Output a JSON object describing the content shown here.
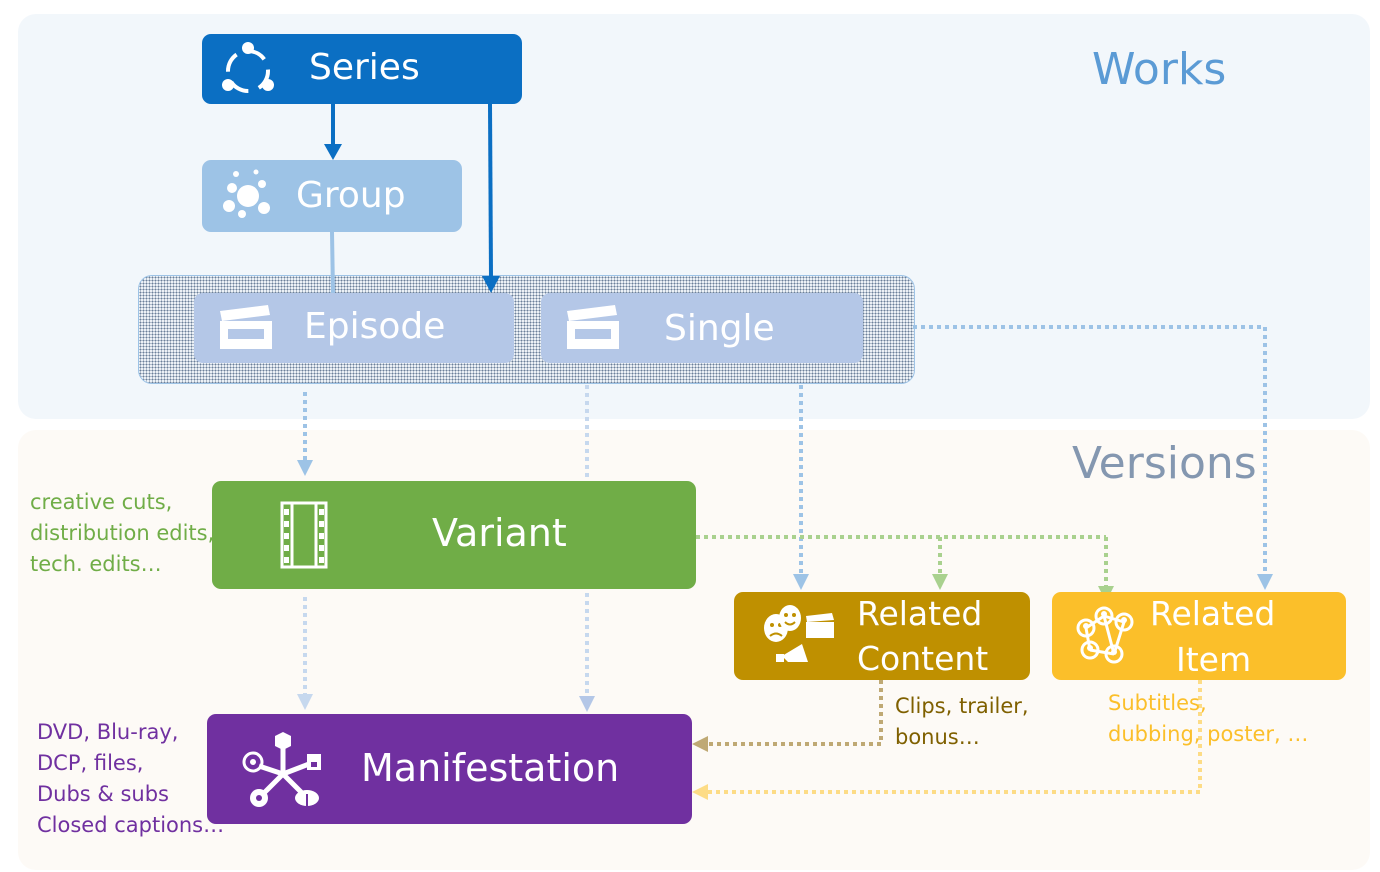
{
  "works": {
    "title": "Works",
    "series": {
      "label": "Series",
      "icon": "share-nodes-icon"
    },
    "group": {
      "label": "Group",
      "icon": "bubbles-icon"
    },
    "episode": {
      "label": "Episode",
      "icon": "clapperboard-icon"
    },
    "single": {
      "label": "Single",
      "icon": "clapperboard-icon"
    }
  },
  "versions": {
    "title": "Versions",
    "variant": {
      "label": "Variant",
      "icon": "film-strip-icon",
      "note": [
        "creative cuts,",
        "distribution edits,",
        "tech. edits…"
      ]
    },
    "manifestation": {
      "label": "Manifestation",
      "icon": "media-hub-icon",
      "note": [
        "DVD, Blu-ray,",
        "DCP, files,",
        "Dubs & subs",
        "Closed captions…"
      ]
    },
    "related_content": {
      "label_line1": "Related",
      "label_line2": "Content",
      "icon": "theater-masks-icon",
      "note": [
        "Clips, trailer,",
        "bonus…"
      ]
    },
    "related_item": {
      "label_line1": "Related",
      "label_line2": "Item",
      "icon": "network-people-icon",
      "note": [
        "Subtitles,",
        "dubbing, poster, …"
      ]
    }
  },
  "colors": {
    "series": "#0b6fc3",
    "group": "#9dc3e6",
    "work_leaf": "#b4c7e7",
    "variant": "#70ad47",
    "manifestation": "#7030a0",
    "related_content": "#bf9000",
    "related_item": "#fbbf2a",
    "works_title": "#5b9bd5",
    "versions_title": "#8497b0"
  }
}
